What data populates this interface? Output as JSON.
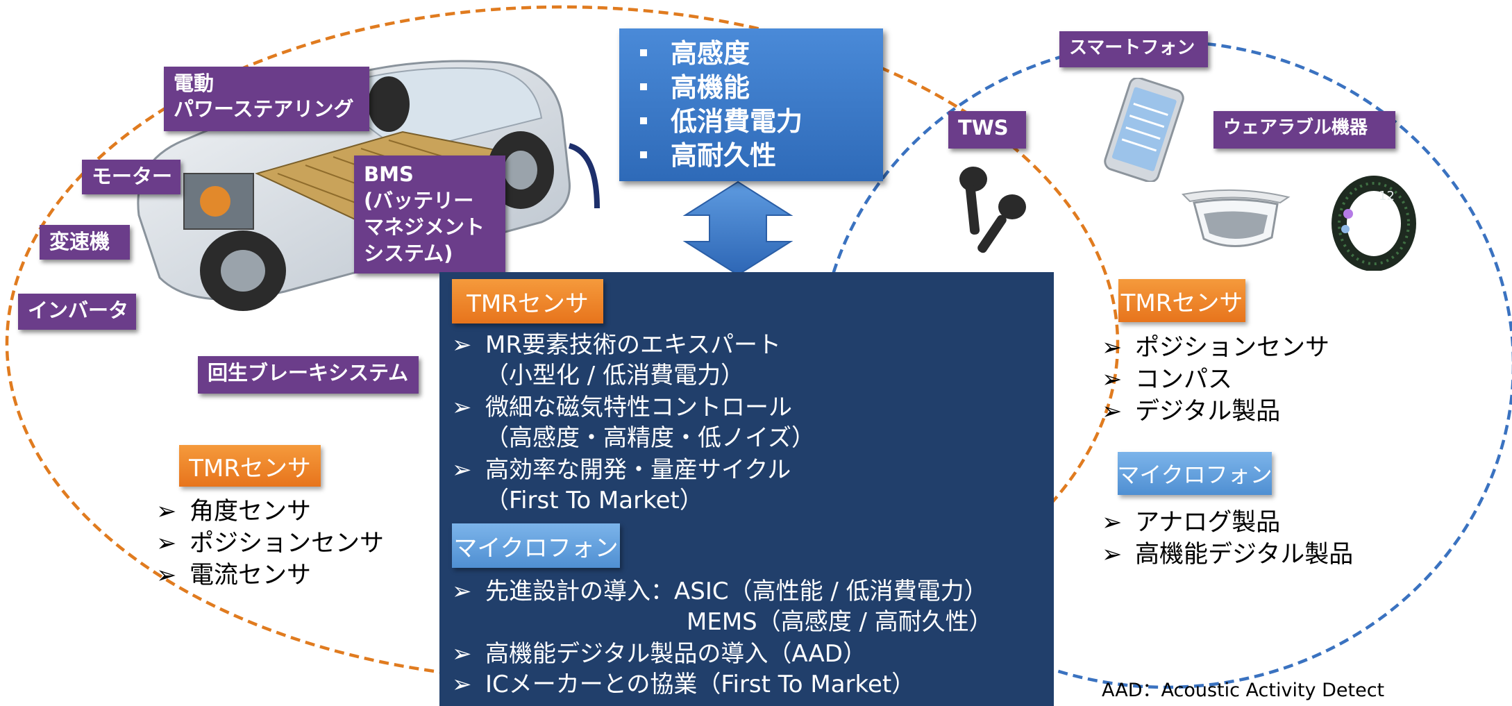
{
  "feature_box": {
    "items": [
      "高感度",
      "高機能",
      "低消費電力",
      "高耐久性"
    ]
  },
  "automotive": {
    "labels": {
      "eps": [
        "電動",
        "パワーステアリング"
      ],
      "motor": "モーター",
      "transmission": "変速機",
      "inverter": "インバータ",
      "bms": [
        "BMS",
        "(バッテリー",
        "マネジメント",
        "システム)"
      ],
      "regen": "回生ブレーキシステム"
    },
    "tmr_tag": "TMRセンサ",
    "tmr_items": [
      "角度センサ",
      "ポジションセンサ",
      "電流センサ"
    ]
  },
  "center_panel": {
    "tmr_tag": "TMRセンサ",
    "tmr_lines": [
      "MR要素技術のエキスパート",
      "（小型化 / 低消費電力）",
      "微細な磁気特性コントロール",
      "（高感度・高精度・低ノイズ）",
      "高効率な開発・量産サイクル",
      "（First To Market）"
    ],
    "mic_tag": "マイクロフォン",
    "mic_lines": [
      "先進設計の導入：ASIC（高性能 / 低消費電力）",
      "MEMS（高感度 / 高耐久性）",
      "高機能デジタル製品の導入（AAD）",
      "ICメーカーとの協業（First To Market）"
    ]
  },
  "consumer": {
    "labels": {
      "smartphone": "スマートフォン",
      "tws": "TWS",
      "wearable": "ウェアラブル機器"
    },
    "tmr_tag": "TMRセンサ",
    "tmr_items": [
      "ポジションセンサ",
      "コンパス",
      "デジタル製品"
    ],
    "mic_tag": "マイクロフォン",
    "mic_items": [
      "アナログ製品",
      "高機能デジタル製品"
    ]
  },
  "bullet_glyph": "➢",
  "footnote": "AAD：Acoustic Activity Detect",
  "colors": {
    "automotive_ellipse": "#e07b1f",
    "consumer_ellipse": "#3a72c0",
    "label_purple": "#6b3d8a",
    "tag_orange": "#ee8228",
    "tag_blue": "#67a3e2",
    "feature_box": "#3b7bcb",
    "center_panel": "#213f6b"
  }
}
